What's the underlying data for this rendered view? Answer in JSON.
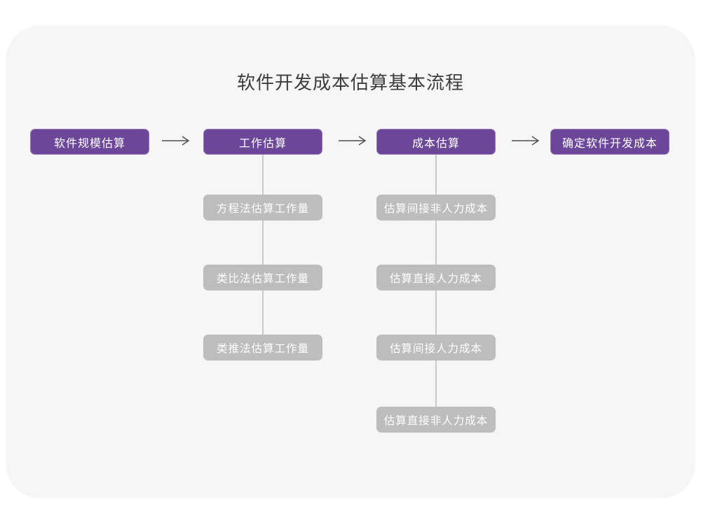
{
  "title": "软件开发成本估算基本流程",
  "colors": {
    "accent_purple": "#6b4699",
    "gray_node": "#bdbdbd",
    "card_background": "#f6f6f7",
    "connector_line": "#cacaca",
    "arrow": "#4d4d4d",
    "title_text": "#3d3d3d",
    "node_text": "#ffffff"
  },
  "flow": {
    "stages": [
      {
        "label": "软件规模估算",
        "children": []
      },
      {
        "label": "工作估算",
        "children": [
          "方程法估算工作量",
          "类比法估算工作量",
          "类推法估算工作量"
        ]
      },
      {
        "label": "成本估算",
        "children": [
          "估算间接非人力成本",
          "估算直接人力成本",
          "估算间接人力成本",
          "估算直接非人力成本"
        ]
      },
      {
        "label": "确定软件开发成本",
        "children": []
      }
    ]
  }
}
